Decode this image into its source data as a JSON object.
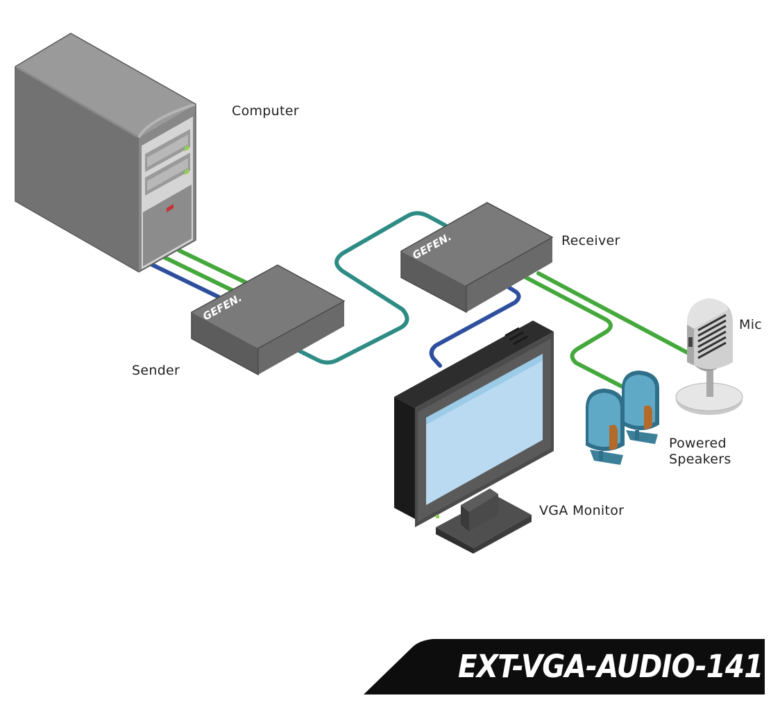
{
  "labels": {
    "computer": "Computer",
    "receiver": "Receiver",
    "sender": "Sender",
    "mic": "Mic",
    "speakers_line1": "Powered",
    "speakers_line2": "Speakers",
    "monitor": "VGA Monitor"
  },
  "brand": {
    "sender_logo": "GEFEN.",
    "receiver_logo": "GEFEN."
  },
  "model": "EXT-VGA-AUDIO-141",
  "colors": {
    "vga_cable": "#2e4e9e",
    "audio_cable": "#45a83c",
    "cat5_cable": "#2e8c85",
    "device_body": "#6f6f6f",
    "screen": "#b9daf0",
    "banner": "#0d0d0d"
  }
}
